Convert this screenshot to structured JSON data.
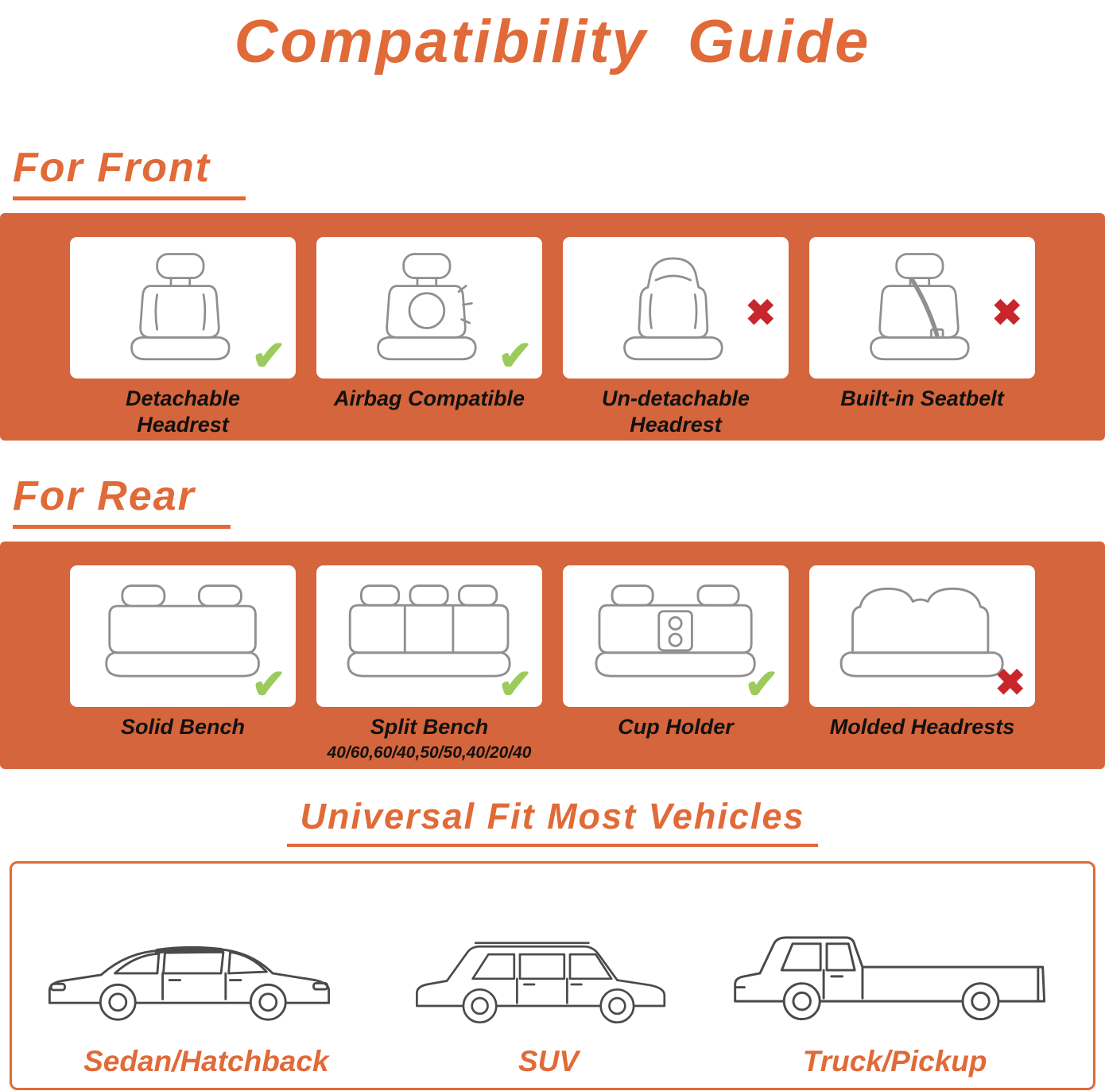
{
  "title": "Compatibility Guide",
  "colors": {
    "accent_orange": "#E06A38",
    "banner_orange": "#D5653C",
    "check_green": "#9CCB5B",
    "cross_red": "#C9252C",
    "label_dark": "#111111"
  },
  "icons": {
    "check": "✔",
    "cross": "✖"
  },
  "front_section": {
    "heading": "For Front",
    "cards": [
      {
        "label": "Detachable Headrest",
        "status": "check",
        "mark": "✔"
      },
      {
        "label": "Airbag Compatible",
        "status": "check",
        "mark": "✔"
      },
      {
        "label": "Un-detachable Headrest",
        "status": "cross",
        "mark": "✖"
      },
      {
        "label": "Built-in Seatbelt",
        "status": "cross",
        "mark": "✖"
      }
    ]
  },
  "rear_section": {
    "heading": "For Rear",
    "cards": [
      {
        "label": "Solid Bench",
        "status": "check",
        "mark": "✔"
      },
      {
        "label": "Split Bench",
        "sublabel": "40/60,60/40,50/50,40/20/40",
        "status": "check",
        "mark": "✔"
      },
      {
        "label": "Cup Holder",
        "status": "check",
        "mark": "✔"
      },
      {
        "label": "Molded Headrests",
        "status": "cross",
        "mark": "✖"
      }
    ]
  },
  "universal_section": {
    "heading": "Universal Fit Most Vehicles",
    "vehicles": [
      {
        "label": "Sedan/Hatchback"
      },
      {
        "label": "SUV"
      },
      {
        "label": "Truck/Pickup"
      }
    ]
  }
}
